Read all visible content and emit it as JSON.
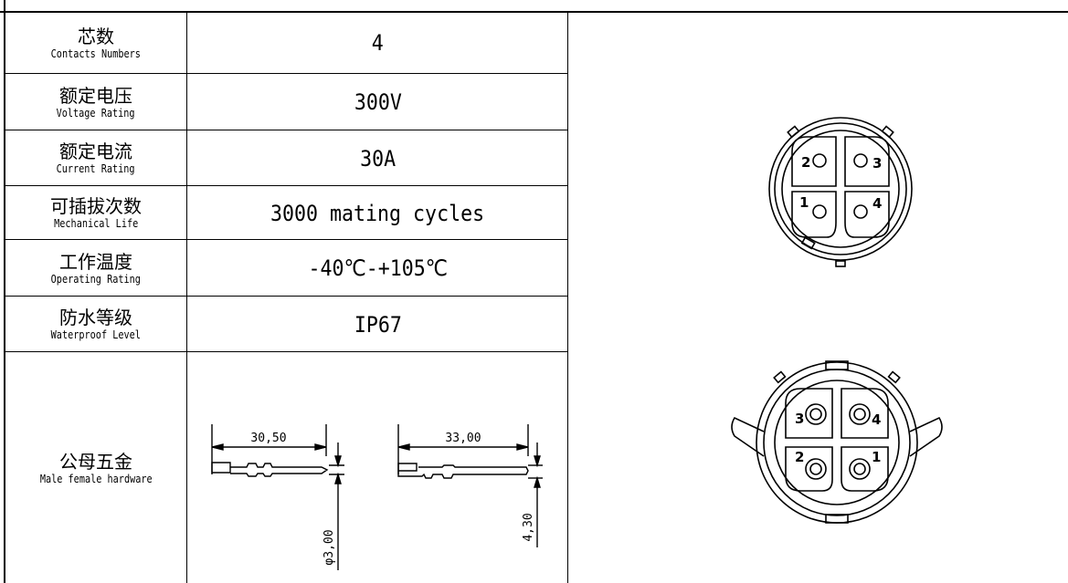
{
  "specs": [
    {
      "label_zh": "芯数",
      "label_en": "Contacts Numbers",
      "value": "4"
    },
    {
      "label_zh": "额定电压",
      "label_en": "Voltage Rating",
      "value": "300V"
    },
    {
      "label_zh": "额定电流",
      "label_en": "Current Rating",
      "value": "30A"
    },
    {
      "label_zh": "可插拔次数",
      "label_en": "Mechanical Life",
      "value": "3000 mating cycles"
    },
    {
      "label_zh": "工作温度",
      "label_en": "Operating Rating",
      "value": "-40℃-+105℃"
    },
    {
      "label_zh": "防水等级",
      "label_en": "Waterproof Level",
      "value": "IP67"
    }
  ],
  "hardware": {
    "label_zh": "公母五金",
    "label_en": "Male female hardware",
    "male_length": "30,50",
    "male_diameter": "φ3,00",
    "female_length": "33,00",
    "female_height": "4,30"
  },
  "connector_top": {
    "pins": [
      "2",
      "3",
      "1",
      "4"
    ]
  },
  "connector_bottom": {
    "pins": [
      "3",
      "4",
      "2",
      "1"
    ]
  }
}
